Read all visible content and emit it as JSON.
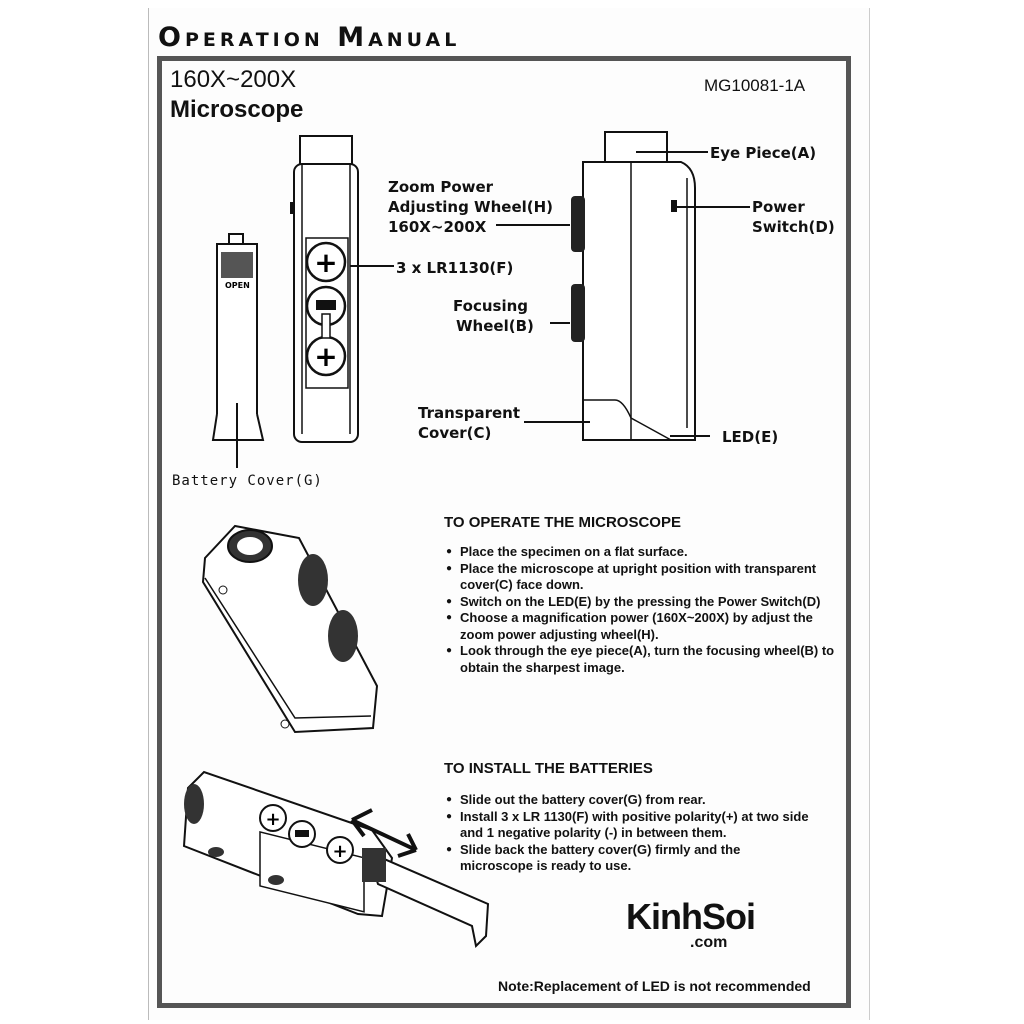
{
  "header": {
    "title": "Operation Manual",
    "model_range": "160X~200X",
    "product": "Microscope",
    "model_number": "MG10081-1A"
  },
  "labels": {
    "eye_piece": "Eye Piece(A)",
    "power_switch_line1": "Power",
    "power_switch_line2": "Switch(D)",
    "zoom_line1": "Zoom Power",
    "zoom_line2": "Adjusting Wheel(H)",
    "zoom_line3": "160X~200X",
    "batteries": "3 x LR1130(F)",
    "focusing_line1": "Focusing",
    "focusing_line2": "Wheel(B)",
    "transparent_line1": "Transparent",
    "transparent_line2": "Cover(C)",
    "led": "LED(E)",
    "battery_cover": "Battery Cover(G)",
    "open_marking": "OPEN"
  },
  "operate": {
    "heading": "TO OPERATE THE MICROSCOPE",
    "steps": [
      "Place the specimen on a flat surface.",
      "Place the microscope at upright position with transparent cover(C) face down.",
      "Switch on the LED(E) by the pressing the Power Switch(D)",
      "Choose a magnification power (160X~200X) by adjust the zoom power adjusting wheel(H).",
      "Look through the eye piece(A), turn the focusing wheel(B) to obtain the sharpest image."
    ]
  },
  "install": {
    "heading": "TO INSTALL THE BATTERIES",
    "steps": [
      "Slide out the battery cover(G) from rear.",
      "Install 3 x  LR 1130(F) with positive polarity(+) at two side and 1 negative polarity (-) in between them.",
      "Slide back the battery cover(G) firmly and the microscope  is ready to use."
    ]
  },
  "footer": {
    "note": "Note:Replacement of LED is not recommended"
  },
  "watermark": {
    "brand": "KinhSoi",
    "domain": ".com"
  }
}
